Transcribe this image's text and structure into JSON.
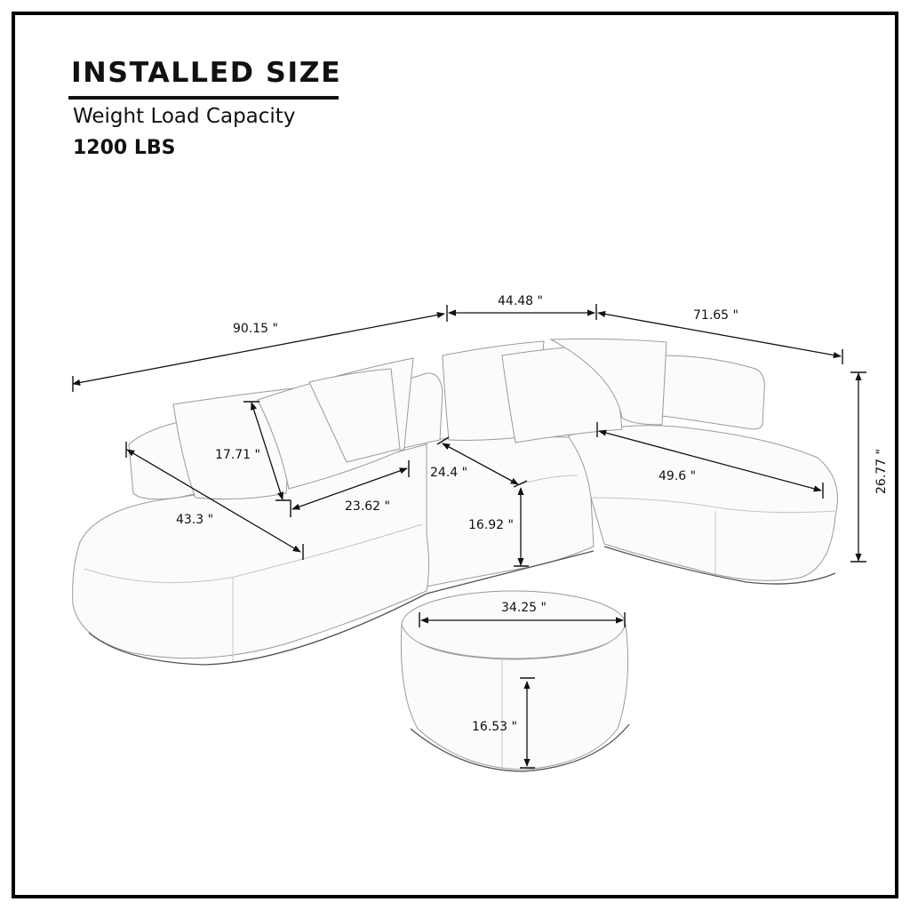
{
  "header": {
    "title": "INSTALLED SIZE",
    "subtitle": "Weight Load Capacity",
    "capacity": "1200 LBS"
  },
  "dimensions": {
    "left_width": "90.15 \"",
    "center_width": "44.48 \"",
    "right_width": "71.65 \"",
    "total_height": "26.77 \"",
    "pillow_height": "17.71 \"",
    "pillow_width": "23.62 \"",
    "left_depth": "43.3 \"",
    "seat_depth": "24.4 \"",
    "seat_height": "16.92 \"",
    "chaise_depth": "49.6 \"",
    "ottoman_diameter": "34.25 \"",
    "ottoman_height": "16.53 \""
  },
  "colors": {
    "frame": "#000000",
    "text": "#111111",
    "outline": "#9a9a9a",
    "background": "#ffffff"
  }
}
